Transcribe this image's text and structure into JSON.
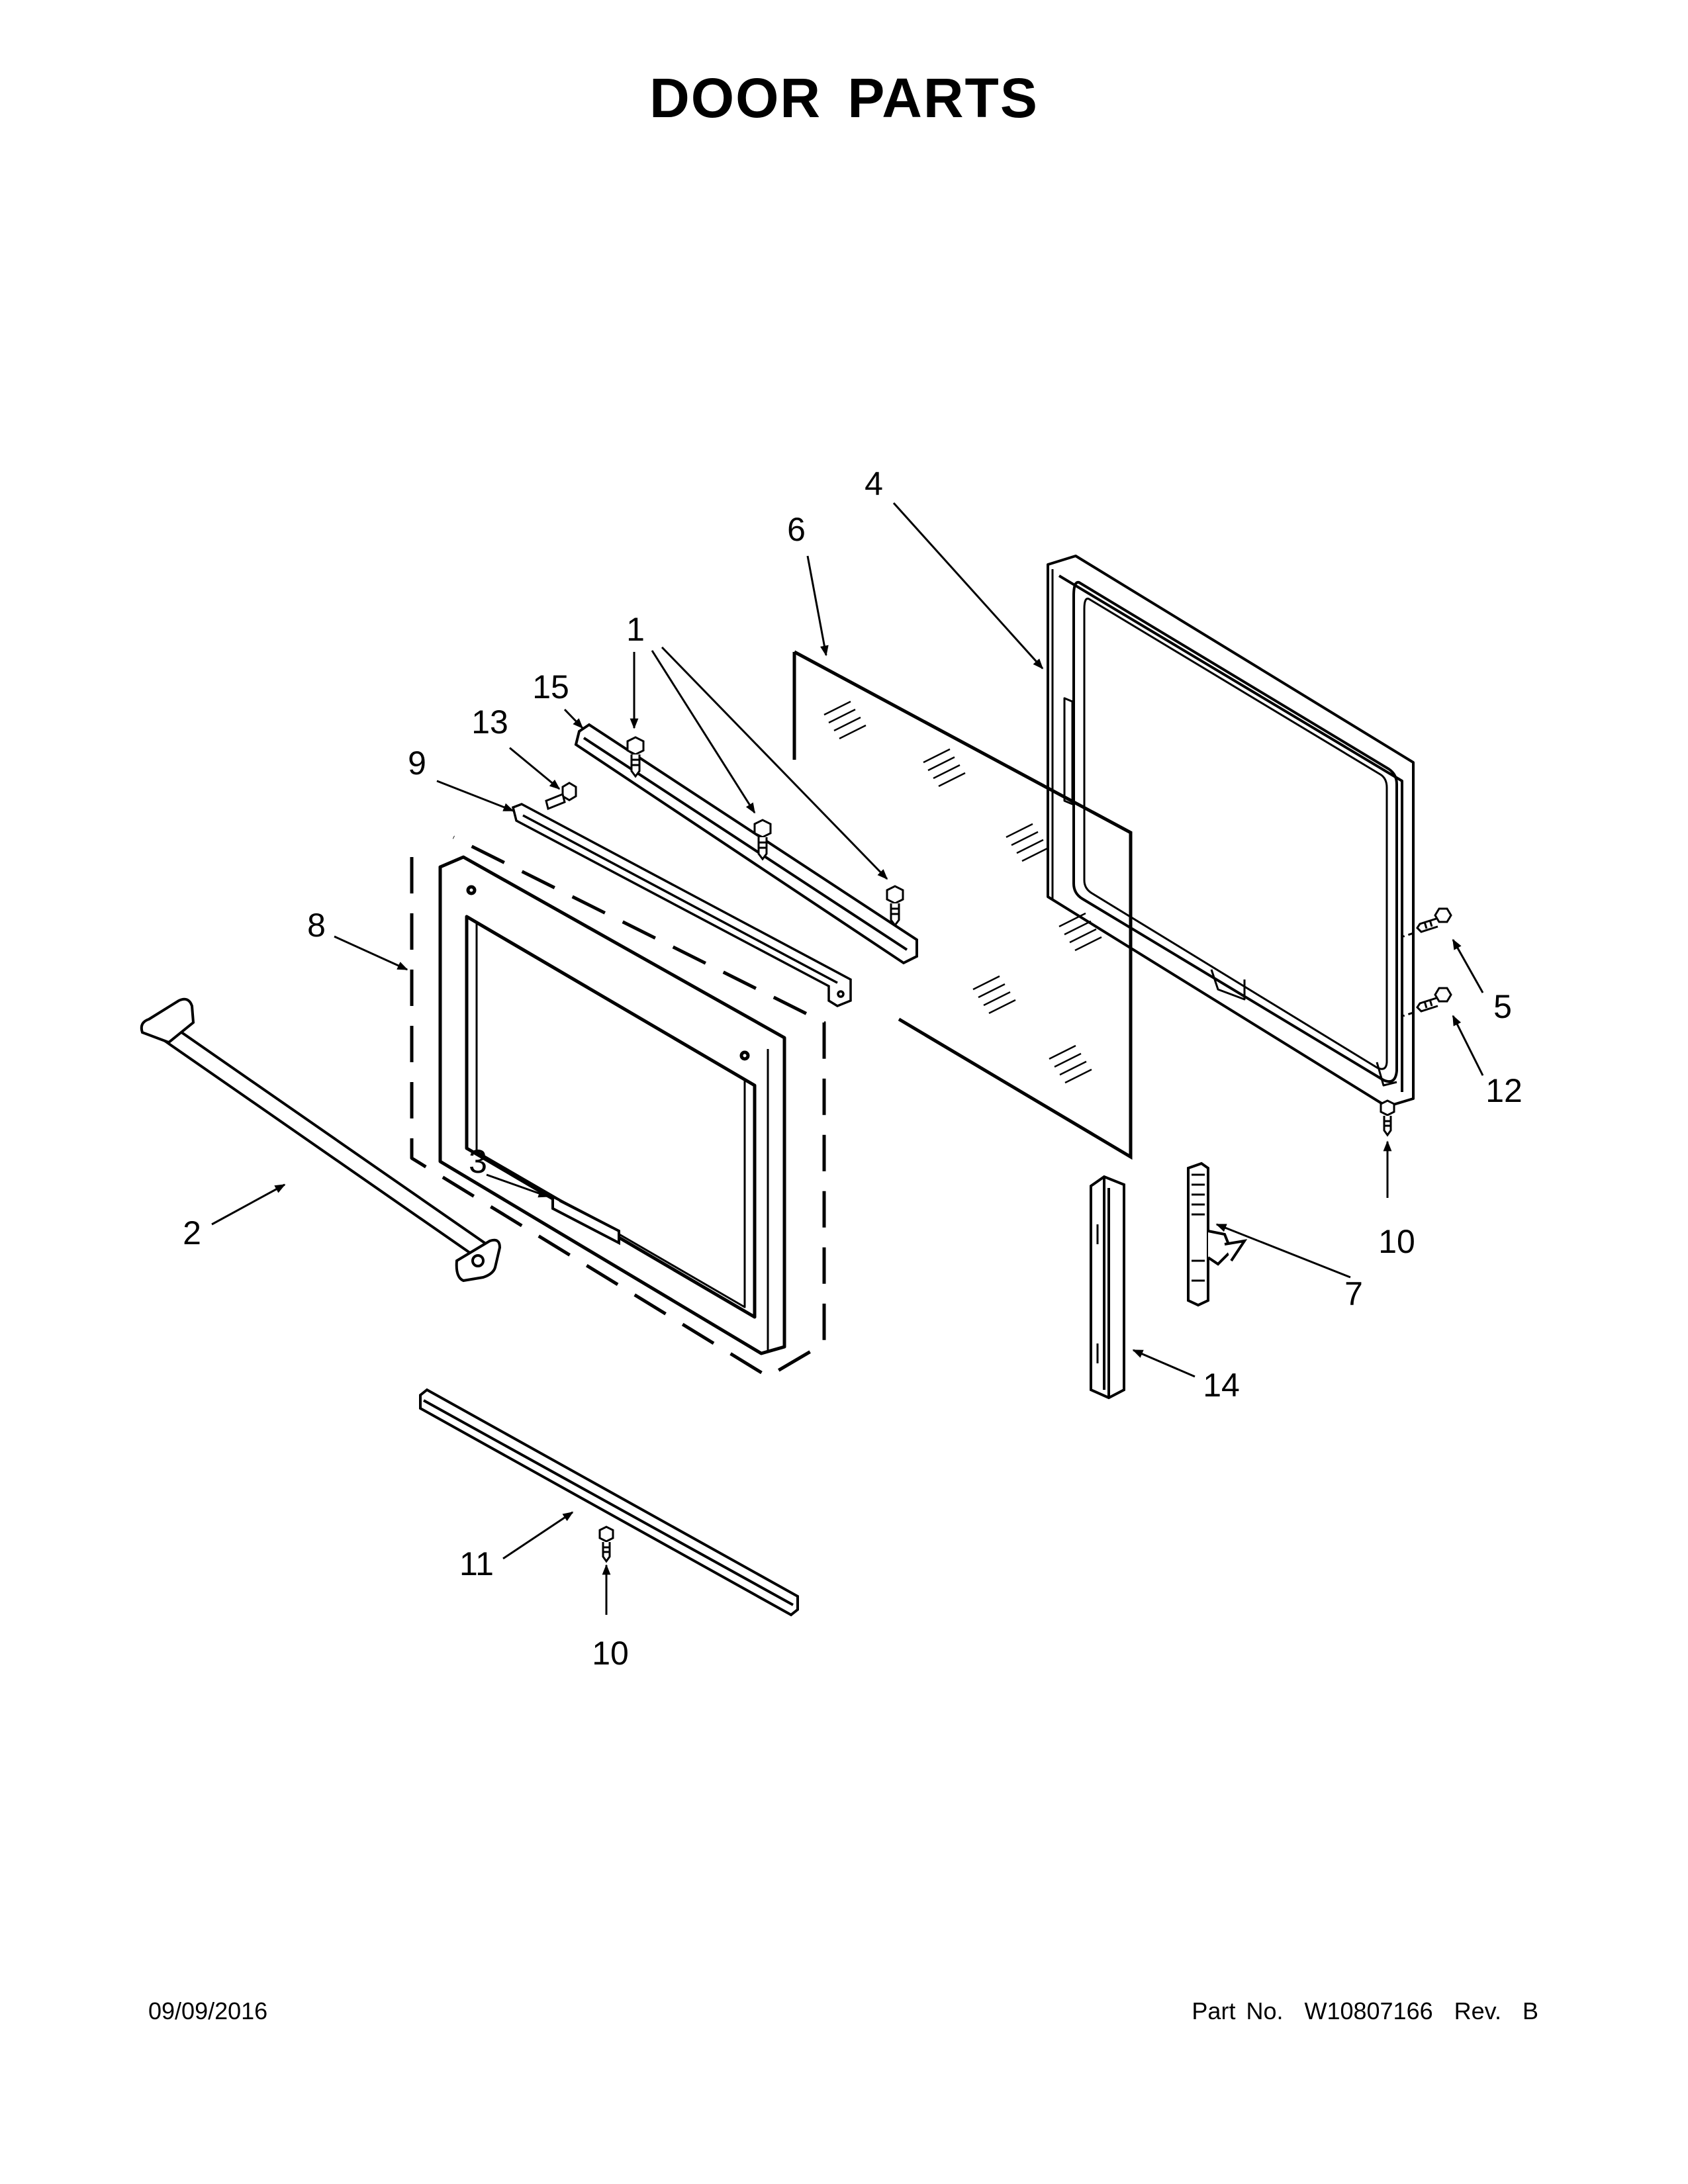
{
  "title": "DOOR PARTS",
  "callouts": {
    "c1": "1",
    "c2": "2",
    "c3": "3",
    "c4": "4",
    "c5": "5",
    "c6": "6",
    "c7": "7",
    "c8": "8",
    "c9": "9",
    "c10a": "10",
    "c10b": "10",
    "c11": "11",
    "c12": "12",
    "c13": "13",
    "c14": "14",
    "c15": "15"
  },
  "footer": {
    "date": "09/09/2016",
    "part_number": "Part No.  W10807166  Rev.  B"
  }
}
